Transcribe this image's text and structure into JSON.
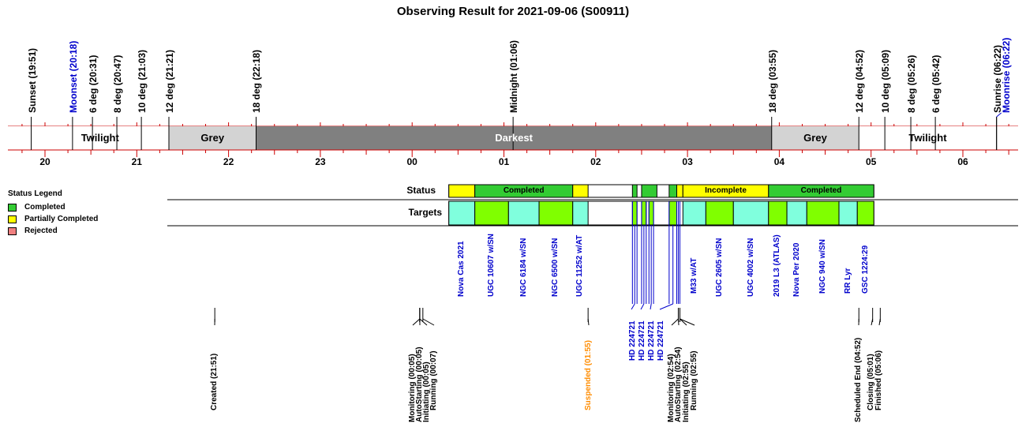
{
  "title": "Observing Result for 2021-09-06 (S00911)",
  "colors": {
    "twilight": "#ffffff",
    "grey": "#d3d3d3",
    "darkest": "#808080",
    "completed": "#33cc33",
    "partial": "#ffff00",
    "rejected": "#f08080",
    "target_cyan": "#80ffdd",
    "target_green": "#80ff00",
    "axis_red": "#cc0000",
    "link_blue": "#0000cc",
    "suspended_orange": "#ff8c00"
  },
  "time_markers": [
    {
      "label": "Sunset (19:51)",
      "t": 19.85,
      "color": "#000000",
      "size": 12
    },
    {
      "label": "Moonset (20:18)",
      "t": 20.3,
      "color": "#0000cc",
      "size": 12
    },
    {
      "label": "6 deg (20:31)",
      "t": 20.517,
      "color": "#000000",
      "size": 12
    },
    {
      "label": "8 deg (20:47)",
      "t": 20.783,
      "color": "#000000",
      "size": 12
    },
    {
      "label": "10 deg (21:03)",
      "t": 21.05,
      "color": "#000000",
      "size": 12
    },
    {
      "label": "12 deg (21:21)",
      "t": 21.35,
      "color": "#000000",
      "size": 12
    },
    {
      "label": "18 deg (22:18)",
      "t": 22.3,
      "color": "#000000",
      "size": 12
    },
    {
      "label": "Midnight (01:06)",
      "t": 25.1,
      "color": "#000000",
      "size": 12
    },
    {
      "label": "18 deg (03:55)",
      "t": 27.917,
      "color": "#000000",
      "size": 12
    },
    {
      "label": "12 deg (04:52)",
      "t": 28.867,
      "color": "#000000",
      "size": 12
    },
    {
      "label": "10 deg (05:09)",
      "t": 29.15,
      "color": "#000000",
      "size": 12
    },
    {
      "label": "8 deg (05:26)",
      "t": 29.433,
      "color": "#000000",
      "size": 12
    },
    {
      "label": "6 deg (05:42)",
      "t": 29.7,
      "color": "#000000",
      "size": 12
    },
    {
      "label": "Sunrise (06:22)",
      "t": 30.367,
      "color": "#000000",
      "size": 12
    },
    {
      "label": "Moonrise (06:22)",
      "t": 30.367,
      "color": "#0000cc",
      "size": 12
    }
  ],
  "bands": [
    {
      "label": "Twilight",
      "start": 19.85,
      "end": 21.35,
      "fill": "#ffffff",
      "text": "#000000"
    },
    {
      "label": "Grey",
      "start": 21.35,
      "end": 22.3,
      "fill": "#d3d3d3",
      "text": "#000000"
    },
    {
      "label": "Darkest",
      "start": 22.3,
      "end": 27.917,
      "fill": "#808080",
      "text": "#ffffff"
    },
    {
      "label": "Grey",
      "start": 27.917,
      "end": 28.867,
      "fill": "#d3d3d3",
      "text": "#000000"
    },
    {
      "label": "Twilight",
      "start": 28.867,
      "end": 30.367,
      "fill": "#ffffff",
      "text": "#000000"
    }
  ],
  "hour_ticks": [
    "20",
    "21",
    "22",
    "23",
    "00",
    "01",
    "02",
    "03",
    "04",
    "05",
    "06"
  ],
  "legend": {
    "title": "Status Legend",
    "items": [
      {
        "label": "Completed",
        "color": "#33cc33"
      },
      {
        "label": "Partially Completed",
        "color": "#ffff00"
      },
      {
        "label": "Rejected",
        "color": "#f08080"
      }
    ]
  },
  "rows": {
    "status": "Status",
    "targets": "Targets"
  },
  "status_segments": [
    {
      "start": 24.4,
      "end": 24.683,
      "fill": "#ffff00",
      "label": ""
    },
    {
      "start": 24.683,
      "end": 25.75,
      "fill": "#33cc33",
      "label": "Completed"
    },
    {
      "start": 25.75,
      "end": 25.917,
      "fill": "#ffff00",
      "label": ""
    },
    {
      "start": 26.4,
      "end": 26.45,
      "fill": "#33cc33",
      "label": ""
    },
    {
      "start": 26.5,
      "end": 26.667,
      "fill": "#33cc33",
      "label": ""
    },
    {
      "start": 26.8,
      "end": 26.883,
      "fill": "#33cc33",
      "label": ""
    },
    {
      "start": 26.883,
      "end": 26.95,
      "fill": "#ffff00",
      "label": ""
    },
    {
      "start": 26.95,
      "end": 27.883,
      "fill": "#ffff00",
      "label": "Incomplete"
    },
    {
      "start": 27.883,
      "end": 29.03,
      "fill": "#33cc33",
      "label": "Completed"
    }
  ],
  "targets": [
    {
      "label": "Nova Cas 2021",
      "start": 24.4,
      "end": 24.683,
      "fill": "#80ffdd"
    },
    {
      "label": "UGC 10607 w/SN",
      "start": 24.683,
      "end": 25.05,
      "fill": "#80ff00"
    },
    {
      "label": "NGC 6184 w/SN",
      "start": 25.05,
      "end": 25.383,
      "fill": "#80ffdd"
    },
    {
      "label": "NGC 6500 w/SN",
      "start": 25.383,
      "end": 25.75,
      "fill": "#80ff00"
    },
    {
      "label": "UGC 11252 w/AT",
      "start": 25.75,
      "end": 25.917,
      "fill": "#80ffdd"
    },
    {
      "label": "HD 224721",
      "start": 26.4,
      "end": 26.45,
      "fill": "#80ff00"
    },
    {
      "label": "HD 224721",
      "start": 26.5,
      "end": 26.55,
      "fill": "#80ff00"
    },
    {
      "label": "HD 224721",
      "start": 26.58,
      "end": 26.63,
      "fill": "#80ff00"
    },
    {
      "label": "HD 224721",
      "start": 26.8,
      "end": 26.883,
      "fill": "#80ff00"
    },
    {
      "label": "M33 w/AT",
      "start": 26.95,
      "end": 27.2,
      "fill": "#80ffdd"
    },
    {
      "label": "UGC 2605 w/SN",
      "start": 27.2,
      "end": 27.5,
      "fill": "#80ff00"
    },
    {
      "label": "UGC 4002 w/SN",
      "start": 27.5,
      "end": 27.883,
      "fill": "#80ffdd"
    },
    {
      "label": "2019 L3 (ATLAS)",
      "start": 27.883,
      "end": 28.083,
      "fill": "#80ff00"
    },
    {
      "label": "Nova Per 2020",
      "start": 28.083,
      "end": 28.3,
      "fill": "#80ffdd"
    },
    {
      "label": "NGC 940 w/SN",
      "start": 28.3,
      "end": 28.65,
      "fill": "#80ff00"
    },
    {
      "label": "RR Lyr",
      "start": 28.65,
      "end": 28.85,
      "fill": "#80ffdd"
    },
    {
      "label": "GSC 1224:29",
      "start": 28.85,
      "end": 29.03,
      "fill": "#80ff00"
    }
  ],
  "events": [
    {
      "label": "Created (21:51)",
      "t": 21.85,
      "color": "#000000"
    },
    {
      "label": "Monitoring (00:05)",
      "t": 24.083,
      "color": "#000000"
    },
    {
      "label": "AutoStarting (00:05)",
      "t": 24.083,
      "color": "#000000"
    },
    {
      "label": "Initiating (00:05)",
      "t": 24.083,
      "color": "#000000"
    },
    {
      "label": "Running (00:07)",
      "t": 24.117,
      "color": "#000000"
    },
    {
      "label": "Suspended (01:55)",
      "t": 25.917,
      "color": "#ff8c00"
    },
    {
      "label": "Monitoring (02:54)",
      "t": 26.9,
      "color": "#000000"
    },
    {
      "label": "AutoStarting (02:54)",
      "t": 26.9,
      "color": "#000000"
    },
    {
      "label": "Initiating (02:55)",
      "t": 26.917,
      "color": "#000000"
    },
    {
      "label": "Running (02:55)",
      "t": 26.917,
      "color": "#000000"
    },
    {
      "label": "Scheduled End (04:52)",
      "t": 28.867,
      "color": "#000000"
    },
    {
      "label": "Closing (05:01)",
      "t": 29.017,
      "color": "#000000"
    },
    {
      "label": "Finished (05:06)",
      "t": 29.1,
      "color": "#000000"
    }
  ]
}
